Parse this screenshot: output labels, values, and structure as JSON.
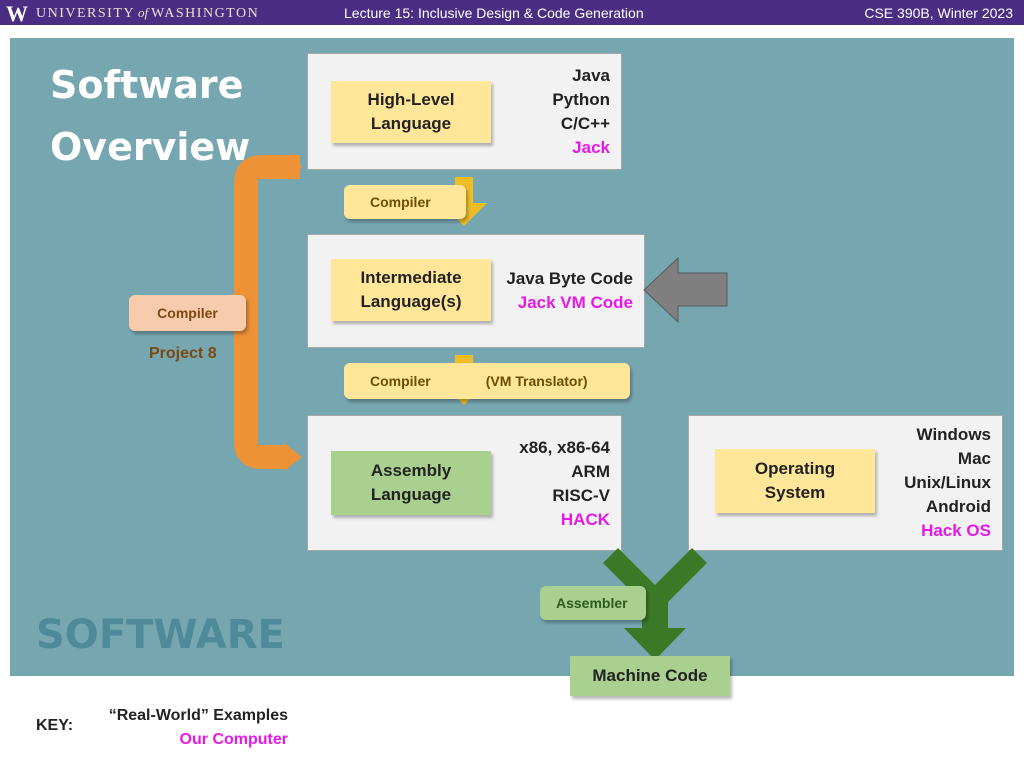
{
  "header": {
    "logo_letter": "W",
    "university_left": "UNIVERSITY",
    "university_of": "of",
    "university_right": "WASHINGTON",
    "lecture": "Lecture 15: Inclusive Design & Code Generation",
    "course": "CSE 390B, Winter 2023"
  },
  "slide": {
    "title_line1": "Software",
    "title_line2": "Overview",
    "watermark": "SOFTWARE"
  },
  "high_level": {
    "label_line1": "High-Level",
    "label_line2": "Language",
    "examples": [
      "Java",
      "Python",
      "C/C++"
    ],
    "ours": "Jack"
  },
  "compiler1": {
    "label": "Compiler"
  },
  "intermediate": {
    "label_line1": "Intermediate",
    "label_line2": "Language(s)",
    "example": "Java Byte Code",
    "ours": "Jack VM Code"
  },
  "compiler2": {
    "label": "Compiler",
    "note": "(VM Translator)"
  },
  "assembly": {
    "label_line1": "Assembly",
    "label_line2": "Language",
    "examples": [
      "x86, x86-64",
      "ARM",
      "RISC-V"
    ],
    "ours": "HACK"
  },
  "os": {
    "label_line1": "Operating",
    "label_line2": "System",
    "examples": [
      "Windows",
      "Mac",
      "Unix/Linux",
      "Android"
    ],
    "ours": "Hack OS"
  },
  "assembler": {
    "label": "Assembler"
  },
  "machine_code": {
    "label": "Machine Code"
  },
  "left_compiler": {
    "label": "Compiler",
    "project": "Project 8"
  },
  "key": {
    "label": "KEY:",
    "real_world": "“Real-World” Examples",
    "our_computer": "Our Computer"
  },
  "colors": {
    "header_purple": "#4b2e83",
    "panel_teal": "#76a7b1",
    "yellow_label": "#ffe699",
    "green_label": "#a9d08e",
    "orange_label": "#f8cbad",
    "our_computer_magenta": "#e619e6",
    "bracket_orange": "#ed9236",
    "arrow_yellow": "#eebd26",
    "arrow_green": "#3a7a26",
    "arrow_gray": "#7f7f7f"
  }
}
